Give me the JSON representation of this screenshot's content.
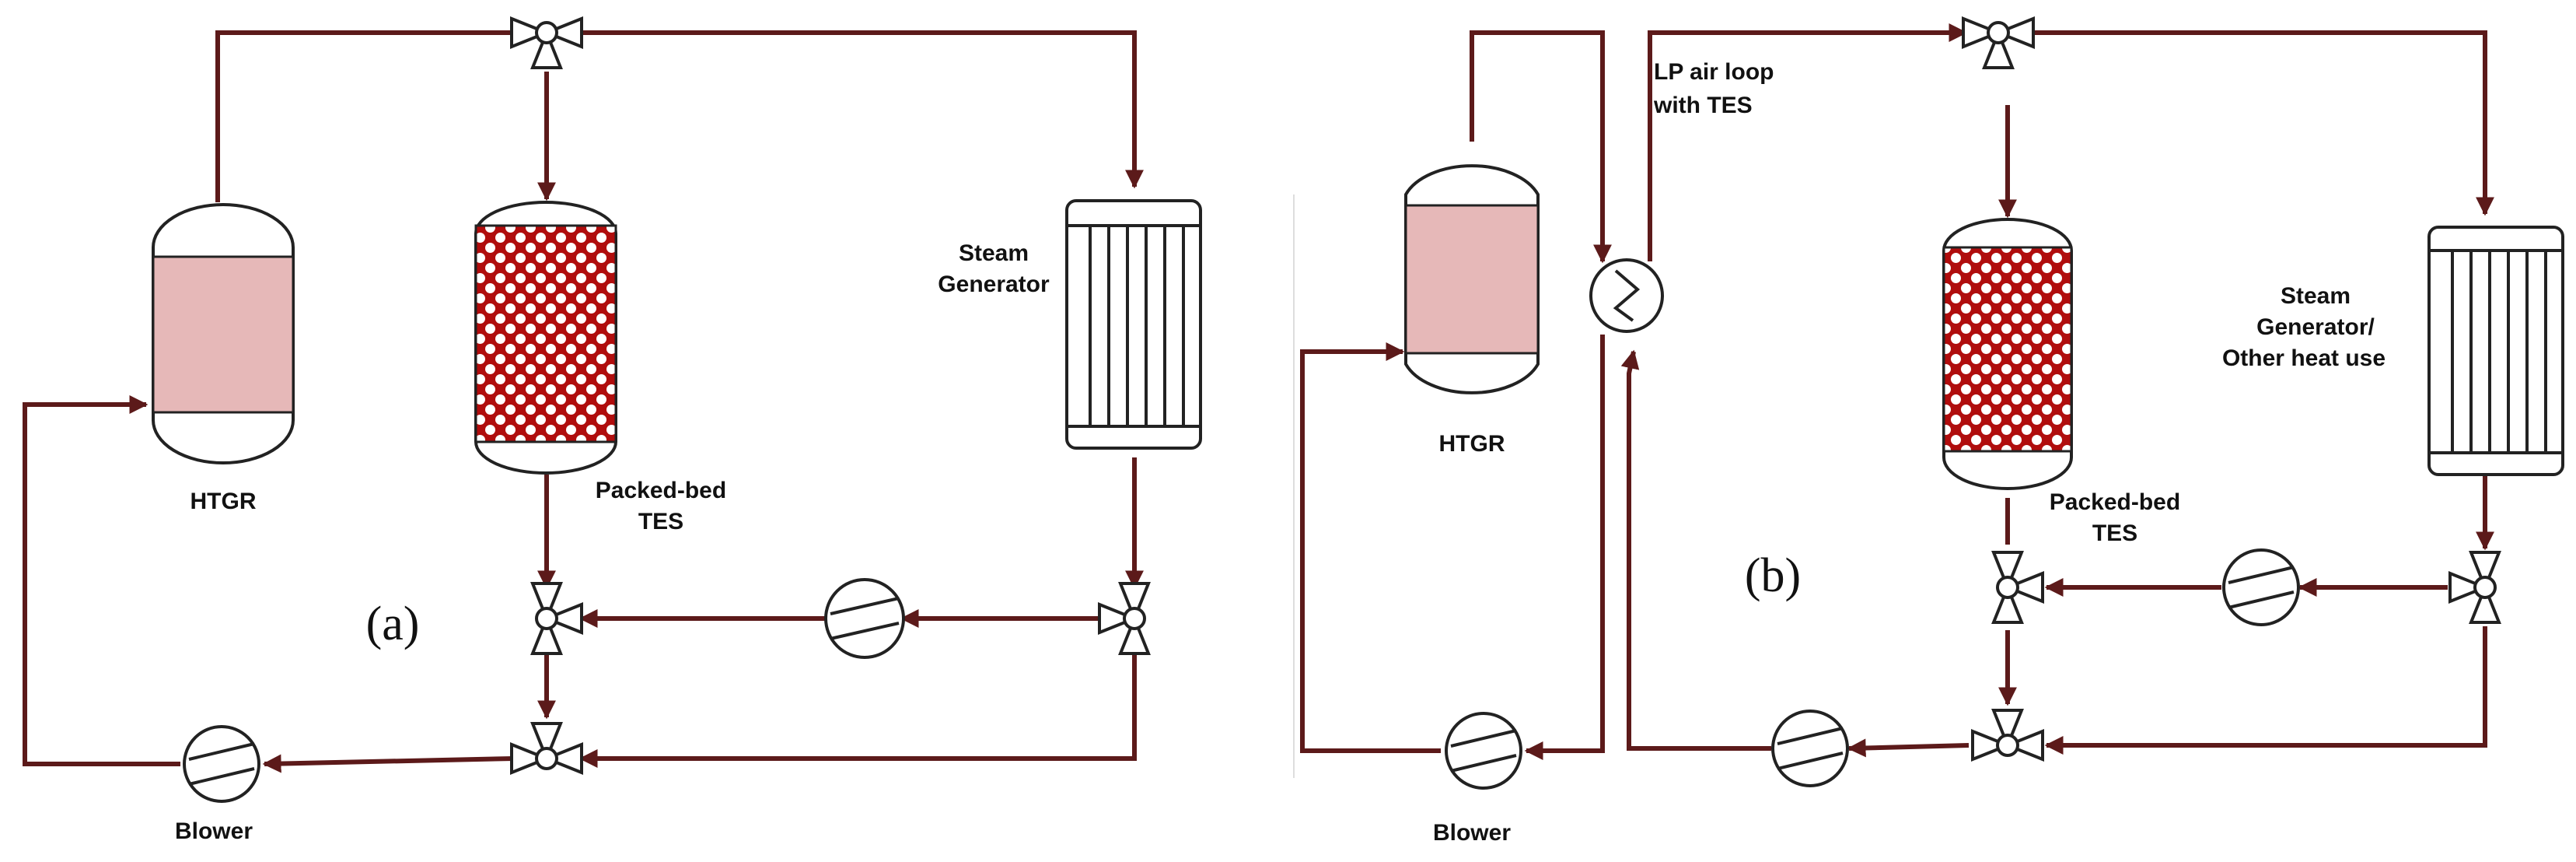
{
  "colors": {
    "pipe": "#5c1a1a",
    "reactor_core": "#e6b8b8",
    "tes_bed": "#b00d0d",
    "outline": "#222222"
  },
  "panel_a": {
    "label": "(a)",
    "htgr_label": "HTGR",
    "tes_label_line1": "Packed-bed",
    "tes_label_line2": "TES",
    "steam_gen_line1": "Steam",
    "steam_gen_line2": "Generator",
    "blower_label": "Blower"
  },
  "panel_b": {
    "label": "(b)",
    "htgr_label": "HTGR",
    "loop_label_line1": "LP air loop",
    "loop_label_line2": "with TES",
    "tes_label_line1": "Packed-bed",
    "tes_label_line2": "TES",
    "steam_gen_line1": "Steam",
    "steam_gen_line2": "Generator/",
    "steam_gen_line3": "Other heat use",
    "blower_label": "Blower"
  },
  "icons": [
    "valve-icon",
    "blower-icon",
    "heat-exchanger-icon",
    "arrow-icon"
  ]
}
